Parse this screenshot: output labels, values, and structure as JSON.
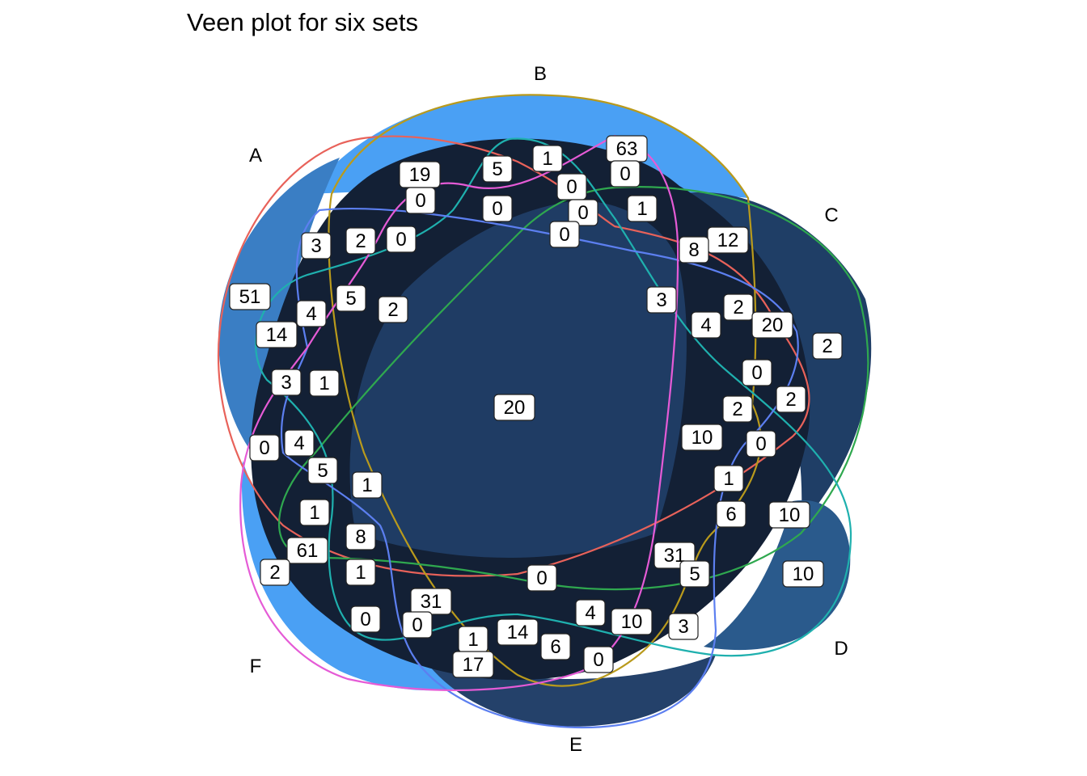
{
  "title": "Veen plot for six sets",
  "sets": [
    {
      "name": "A",
      "color": "#e8625a"
    },
    {
      "name": "B",
      "color": "#b99a1c"
    },
    {
      "name": "C",
      "color": "#2fa84f"
    },
    {
      "name": "D",
      "color": "#1fb0ae"
    },
    {
      "name": "E",
      "color": "#5c7ff0"
    },
    {
      "name": "F",
      "color": "#e55bd6"
    }
  ],
  "fill_scale": {
    "low": "#132035",
    "high": "#56a8f8"
  },
  "region_counts": [
    "19",
    "5",
    "1",
    "63",
    "0",
    "0",
    "0",
    "0",
    "0",
    "1",
    "0",
    "3",
    "2",
    "0",
    "12",
    "8",
    "51",
    "5",
    "2",
    "4",
    "14",
    "3",
    "4",
    "2",
    "20",
    "2",
    "3",
    "1",
    "0",
    "2",
    "20",
    "10",
    "2",
    "0",
    "0",
    "4",
    "1",
    "5",
    "1",
    "1",
    "6",
    "10",
    "8",
    "61",
    "1",
    "2",
    "0",
    "31",
    "5",
    "10",
    "31",
    "0",
    "0",
    "4",
    "10",
    "3",
    "1",
    "14",
    "6",
    "17",
    "0"
  ]
}
